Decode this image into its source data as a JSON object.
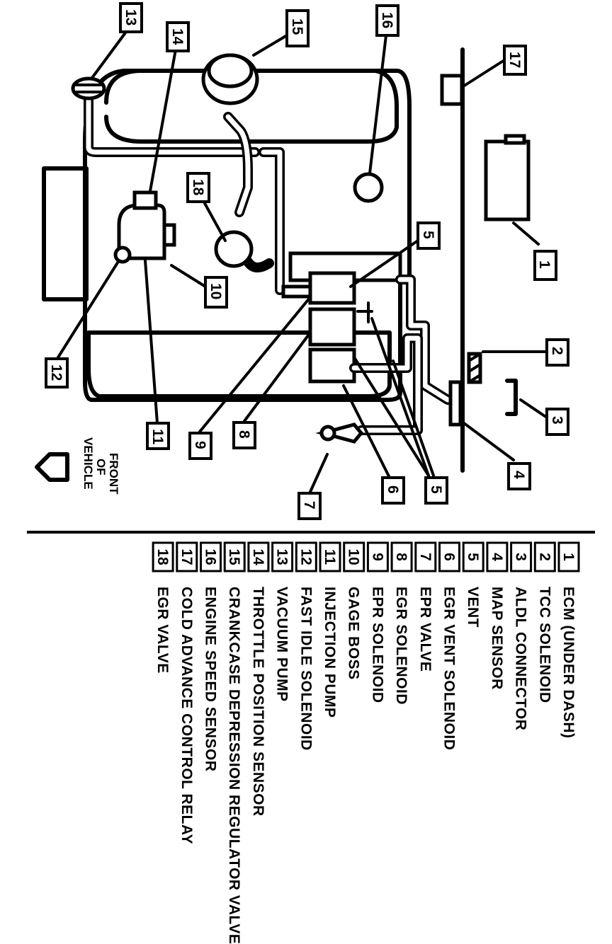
{
  "front_label": [
    "FRONT",
    "OF",
    "VEHICLE"
  ],
  "callouts": [
    "1",
    "2",
    "3",
    "4",
    "5",
    "5",
    "5",
    "6",
    "7",
    "8",
    "9",
    "10",
    "11",
    "12",
    "13",
    "14",
    "15",
    "16",
    "17",
    "18"
  ],
  "legend": [
    {
      "num": "1",
      "label": "ECM (UNDER DASH)"
    },
    {
      "num": "2",
      "label": "TCC SOLENOID"
    },
    {
      "num": "3",
      "label": "ALDL CONNECTOR"
    },
    {
      "num": "4",
      "label": "MAP SENSOR"
    },
    {
      "num": "5",
      "label": "VENT"
    },
    {
      "num": "6",
      "label": "EGR VENT SOLENOID"
    },
    {
      "num": "7",
      "label": "EPR VALVE"
    },
    {
      "num": "8",
      "label": "EGR SOLENOID"
    },
    {
      "num": "9",
      "label": "EPR SOLENOID"
    },
    {
      "num": "10",
      "label": "GAGE BOSS"
    },
    {
      "num": "11",
      "label": "INJECTION PUMP"
    },
    {
      "num": "12",
      "label": "FAST IDLE SOLENOID"
    },
    {
      "num": "13",
      "label": "VACUUM PUMP"
    },
    {
      "num": "14",
      "label": "THROTTLE POSITION SENSOR"
    },
    {
      "num": "15",
      "label": "CRANKCASE DEPRESSION REGULATOR VALVE"
    },
    {
      "num": "16",
      "label": "ENGINE SPEED SENSOR"
    },
    {
      "num": "17",
      "label": "COLD ADVANCE CONTROL RELAY"
    },
    {
      "num": "18",
      "label": "EGR VALVE"
    }
  ]
}
